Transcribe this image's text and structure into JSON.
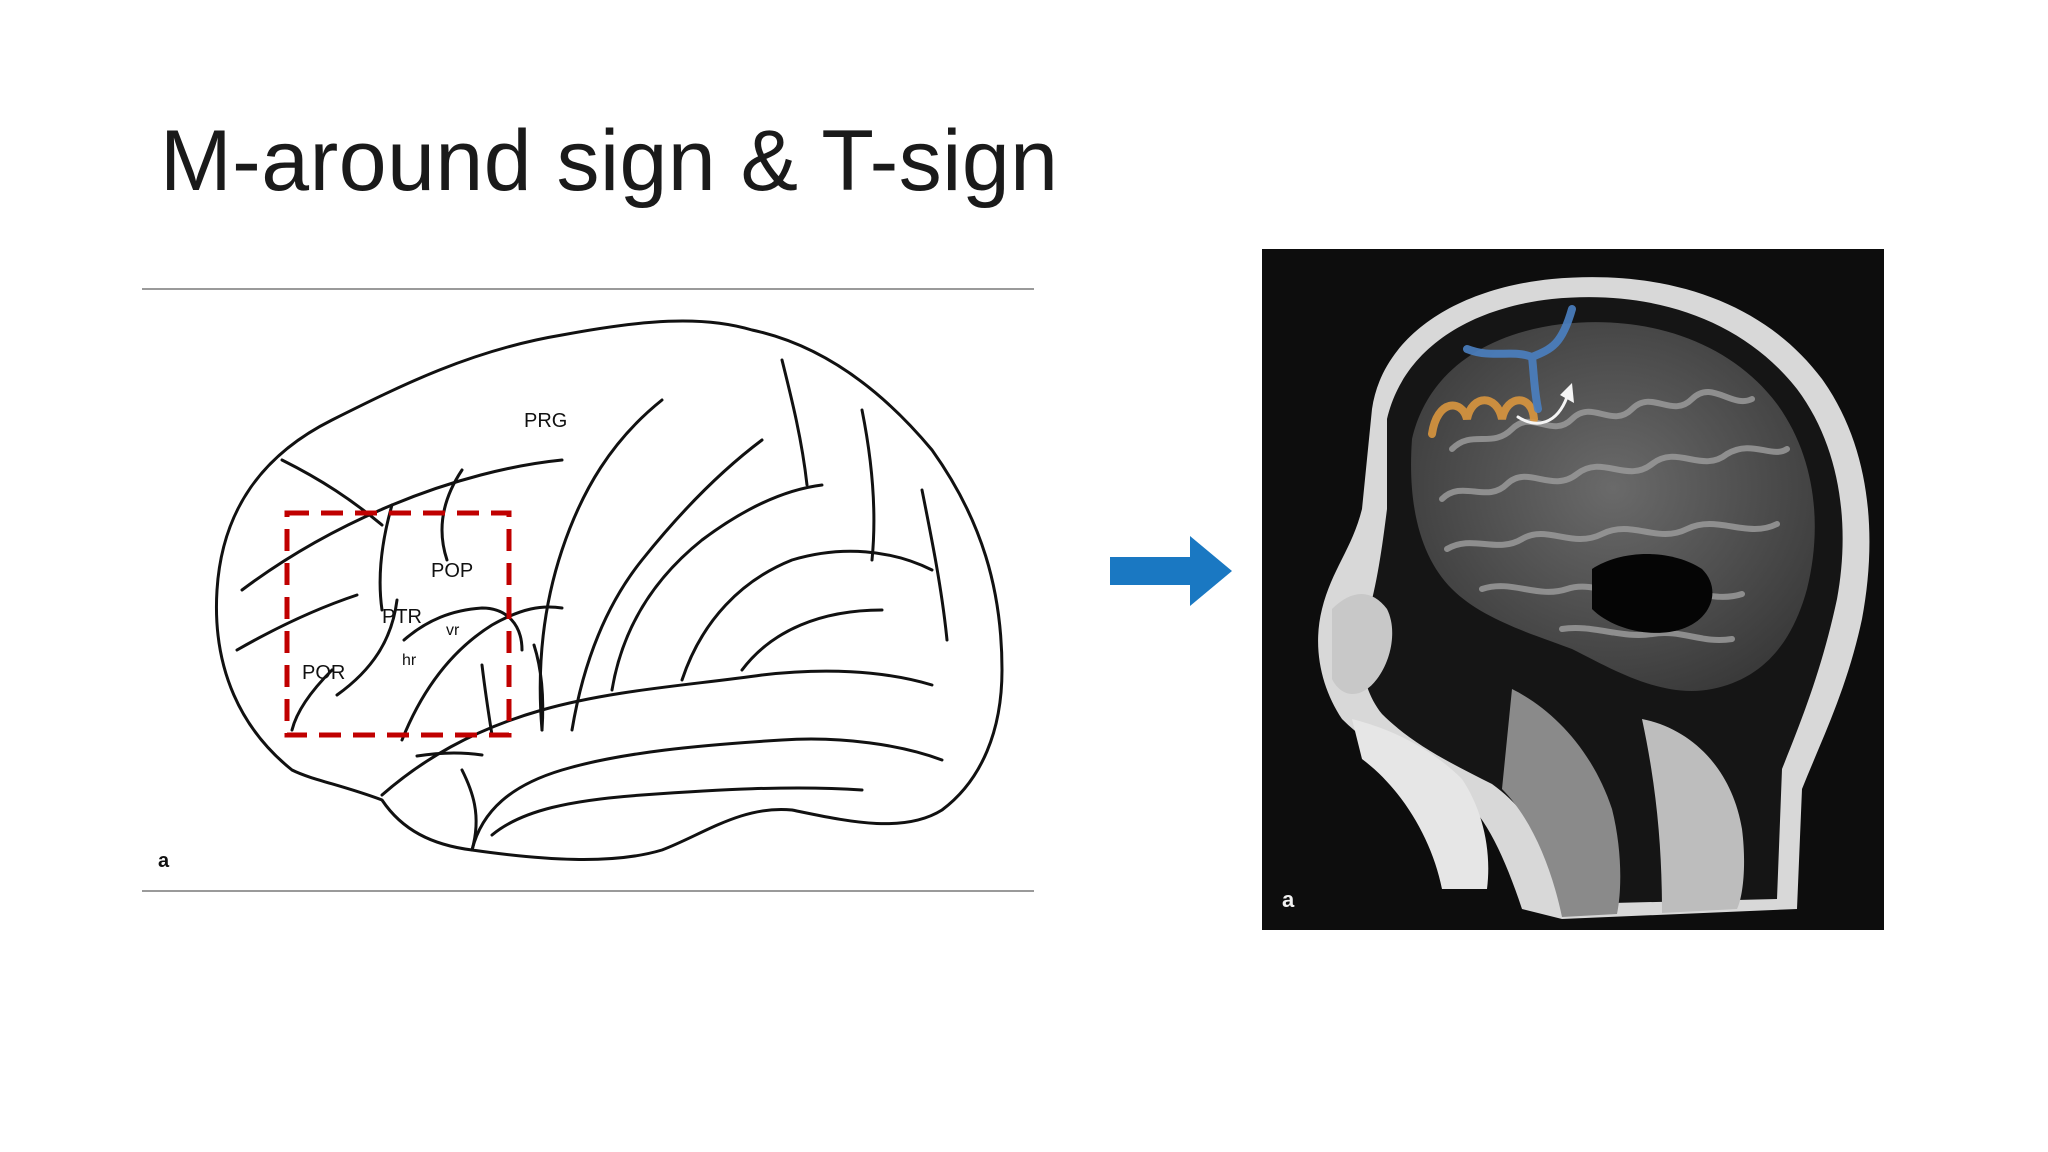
{
  "slide": {
    "title": "M-around sign & T-sign"
  },
  "left_figure": {
    "panel_letter": "a",
    "labels": {
      "prg": "PRG",
      "pop": "POP",
      "ptr": "PTR",
      "vr": "vr",
      "hr": "hr",
      "por": "POR"
    },
    "highlight_color": "#c00000"
  },
  "arrow": {
    "color": "#1a78c2"
  },
  "right_figure": {
    "panel_letter": "a",
    "m_sign_color": "#d9963e",
    "t_sign_color": "#4a7fc1"
  }
}
